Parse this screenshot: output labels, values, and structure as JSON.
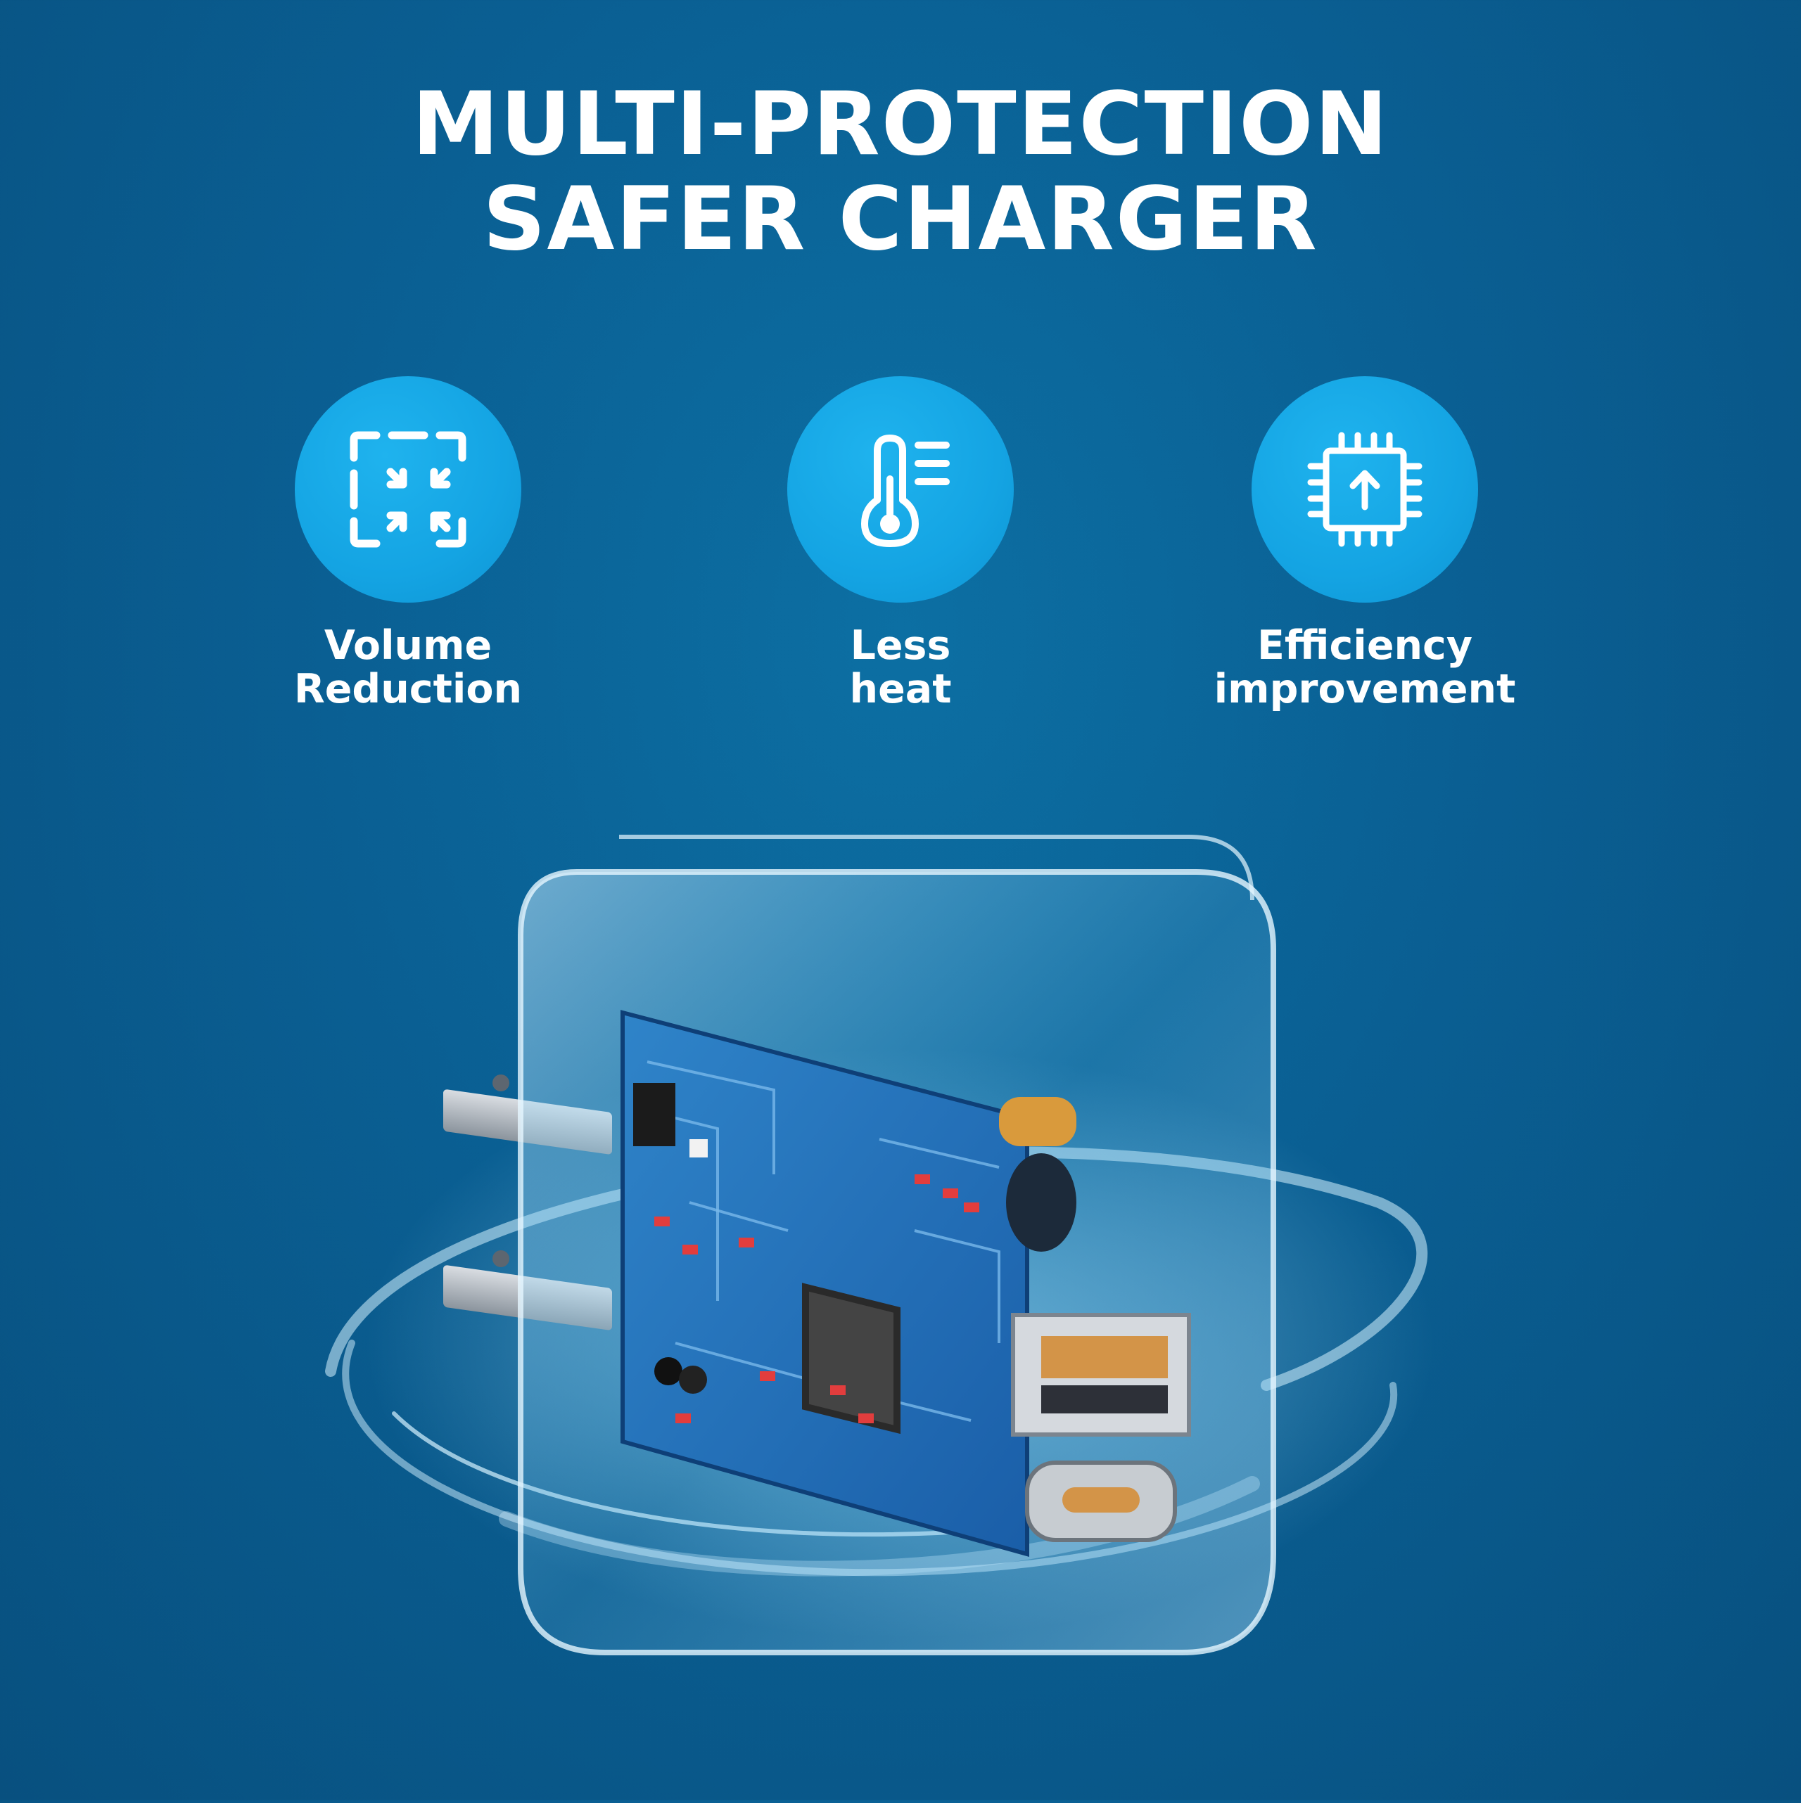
{
  "headline": {
    "line1": "MULTI-PROTECTION",
    "line2": "SAFER CHARGER"
  },
  "features": [
    {
      "icon": "compress-arrows-icon",
      "line1": "Volume",
      "line2": "Reduction"
    },
    {
      "icon": "thermometer-icon",
      "line1": "Less",
      "line2": "heat"
    },
    {
      "icon": "chip-upgrade-icon",
      "line1": "Efficiency",
      "line2": "improvement"
    }
  ],
  "colors": {
    "background": "#0a5f93",
    "icon_circle": "#14a4e3",
    "text": "#ffffff"
  }
}
